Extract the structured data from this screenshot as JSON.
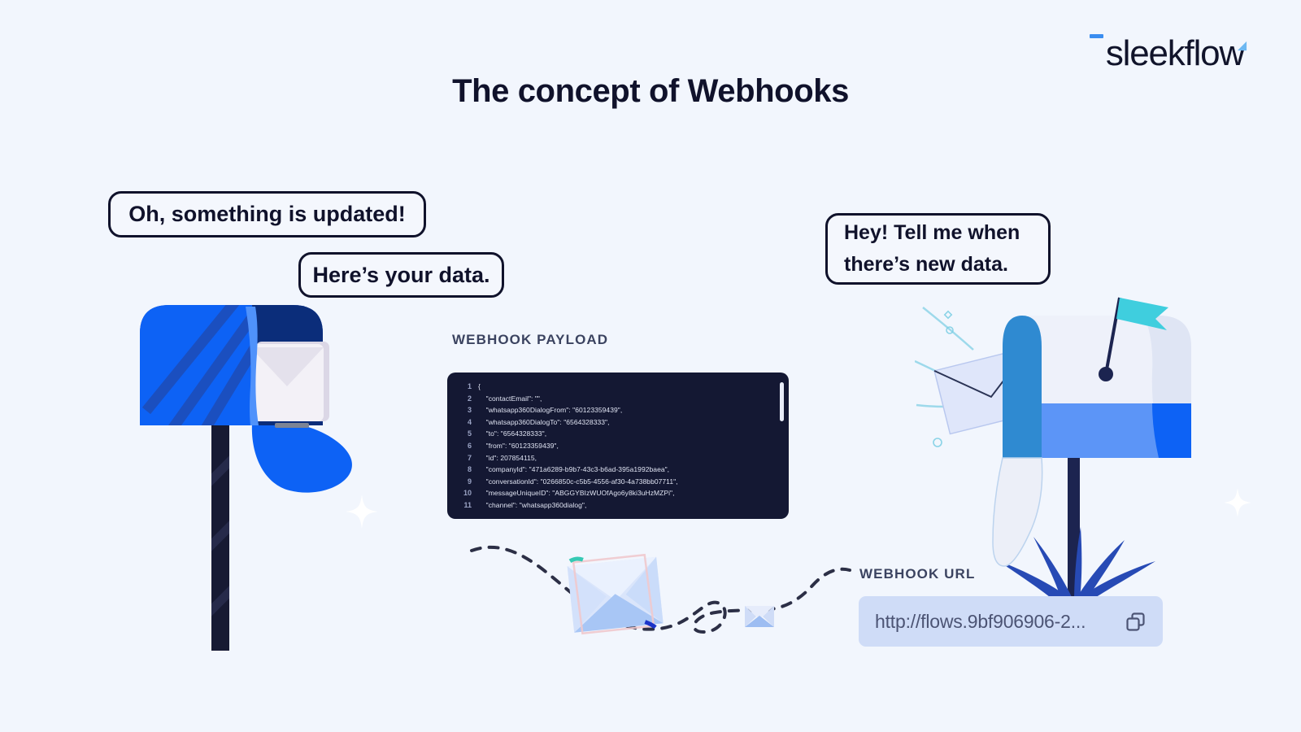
{
  "page": {
    "title": "The concept of Webhooks",
    "background_color": "#f2f6fd"
  },
  "brand": {
    "name": "sleekflow",
    "accent_color": "#3a8df0",
    "text_color": "#11142b"
  },
  "bubbles": [
    {
      "id": "left-top",
      "text": "Oh, something is updated!"
    },
    {
      "id": "left-bottom",
      "text": "Here’s your data."
    },
    {
      "id": "right",
      "line1": "Hey! Tell me when",
      "line2": "there’s new data."
    }
  ],
  "payload": {
    "label": "WEBHOOK PAYLOAD",
    "panel_color": "#141833",
    "lines": [
      {
        "n": "1",
        "text": "{"
      },
      {
        "n": "2",
        "text": "    \"contactEmail\": \"\","
      },
      {
        "n": "3",
        "text": "    \"whatsapp360DialogFrom\": \"60123359439\","
      },
      {
        "n": "4",
        "text": "    \"whatsapp360DialogTo\": \"6564328333\","
      },
      {
        "n": "5",
        "text": "    \"to\": \"6564328333\","
      },
      {
        "n": "6",
        "text": "    \"from\": \"60123359439\","
      },
      {
        "n": "7",
        "text": "    \"id\": 207854115,"
      },
      {
        "n": "8",
        "text": "    \"companyId\": \"471a6289-b9b7-43c3-b6ad-395a1992baea\","
      },
      {
        "n": "9",
        "text": "    \"conversationId\": \"0266850c-c5b5-4556-af30-4a738bb07711\","
      },
      {
        "n": "10",
        "text": "    \"messageUniqueID\": \"ABGGYBIzWUOfAgo6y8ki3uHzMZPi\","
      },
      {
        "n": "11",
        "text": "    \"channel\": \"whatsapp360dialog\","
      }
    ]
  },
  "webhook_url": {
    "label": "WEBHOOK URL",
    "value": "http://flows.9bf906906-2...",
    "field_color": "#cfdcf7",
    "copy_icon": "copy-icon"
  },
  "illustrations": {
    "left_mailbox": "open-blue-mailbox-with-letter",
    "right_mailbox": "white-blue-mailbox-with-flag",
    "flying_envelope": "envelope-on-dashed-flight-path"
  }
}
